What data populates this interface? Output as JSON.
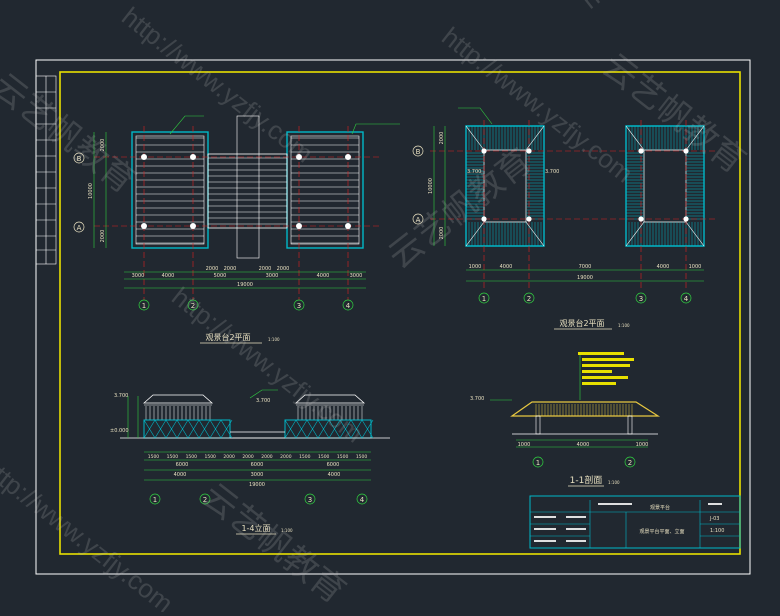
{
  "colors": {
    "background": "#212830",
    "frame_outer": "#ffffff",
    "frame_inner": "#e8e000",
    "axis": "#e02020",
    "structure": "#ffffff",
    "hatch": "#00b8c8",
    "roof": "#e8c840",
    "dimension": "#30d040",
    "annotation": "#e8e000",
    "label": "#e8e0c0"
  },
  "watermarks": [
    "http://www.yzfjy.com",
    "云艺帆教育"
  ],
  "plan_left": {
    "title": "观景台2平面",
    "scale": "1:100",
    "row_labels": [
      "B",
      "A"
    ],
    "col_labels": [
      "1",
      "2",
      "3",
      "4"
    ],
    "v_dims": [
      "2000",
      "10000",
      "2000"
    ],
    "h_dims_top": [
      "2000",
      "2000",
      "2000",
      "2000"
    ],
    "h_dims_mid": [
      "3000",
      "4000",
      "5000",
      "3000",
      "4000",
      "3000"
    ],
    "total": "19000"
  },
  "plan_right": {
    "title": "观景台2平面",
    "scale": "1:100",
    "row_labels": [
      "B",
      "A"
    ],
    "col_labels": [
      "1",
      "2",
      "3",
      "4"
    ],
    "v_dims": [
      "2000",
      "10000",
      "2000"
    ],
    "h_dims": [
      "1000",
      "4000",
      "7000",
      "4000",
      "1000"
    ],
    "total": "19000",
    "level": "3.700"
  },
  "elevation": {
    "title": "1-4立面",
    "scale": "1:100",
    "levels": [
      "3.700",
      "±0.000"
    ],
    "bottom_dims_1": [
      "1500",
      "1500",
      "1500",
      "1500",
      "2000",
      "2000",
      "2000",
      "2000",
      "1500",
      "1500",
      "1500",
      "1500"
    ],
    "bottom_dims_2": [
      "6000",
      "6000",
      "6000"
    ],
    "bottom_dims_3": [
      "4000",
      "3000",
      "4000"
    ],
    "total": "19000",
    "col_labels": [
      "1",
      "2",
      "3",
      "4"
    ]
  },
  "section": {
    "title": "1-1剖面",
    "scale": "1:100",
    "level": "3.700",
    "dims": [
      "1000",
      "4000",
      "1000"
    ],
    "col_labels": [
      "1",
      "2"
    ]
  },
  "title_block": {
    "project": "观景平台",
    "drawing": "观景平台平面、立面",
    "drawing_no": "J-03",
    "scale": "1:100"
  }
}
